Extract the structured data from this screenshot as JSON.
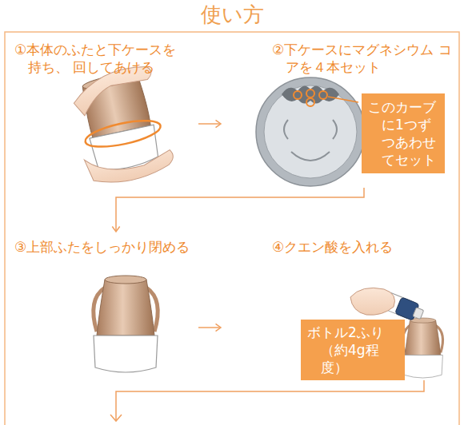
{
  "diagram": {
    "title": "使い方",
    "nodes": [
      {
        "text": [
          "①本体のふたと下ケースを 持ち、 回してあける"
        ]
      },
      {
        "text": [
          "②下ケースにマグネシウム コアを４本セット"
        ]
      },
      {
        "text": [
          "このカーブに1つずつあわせてセット"
        ],
        "in": 1
      },
      {
        "text": [
          "③上部ふたをしっかり閉める"
        ]
      },
      {
        "text": [
          "④クエン酸を入れる"
        ]
      },
      {
        "text": [
          "ボトル2ふり （約4g程度）"
        ],
        "in": 4
      }
    ],
    "edges": [
      {
        "from": 0,
        "to": 1,
        "arrow": "to"
      },
      {
        "from": 1,
        "to": 3,
        "arrow": "to"
      },
      {
        "from": 3,
        "to": 4,
        "arrow": "to"
      }
    ]
  }
}
